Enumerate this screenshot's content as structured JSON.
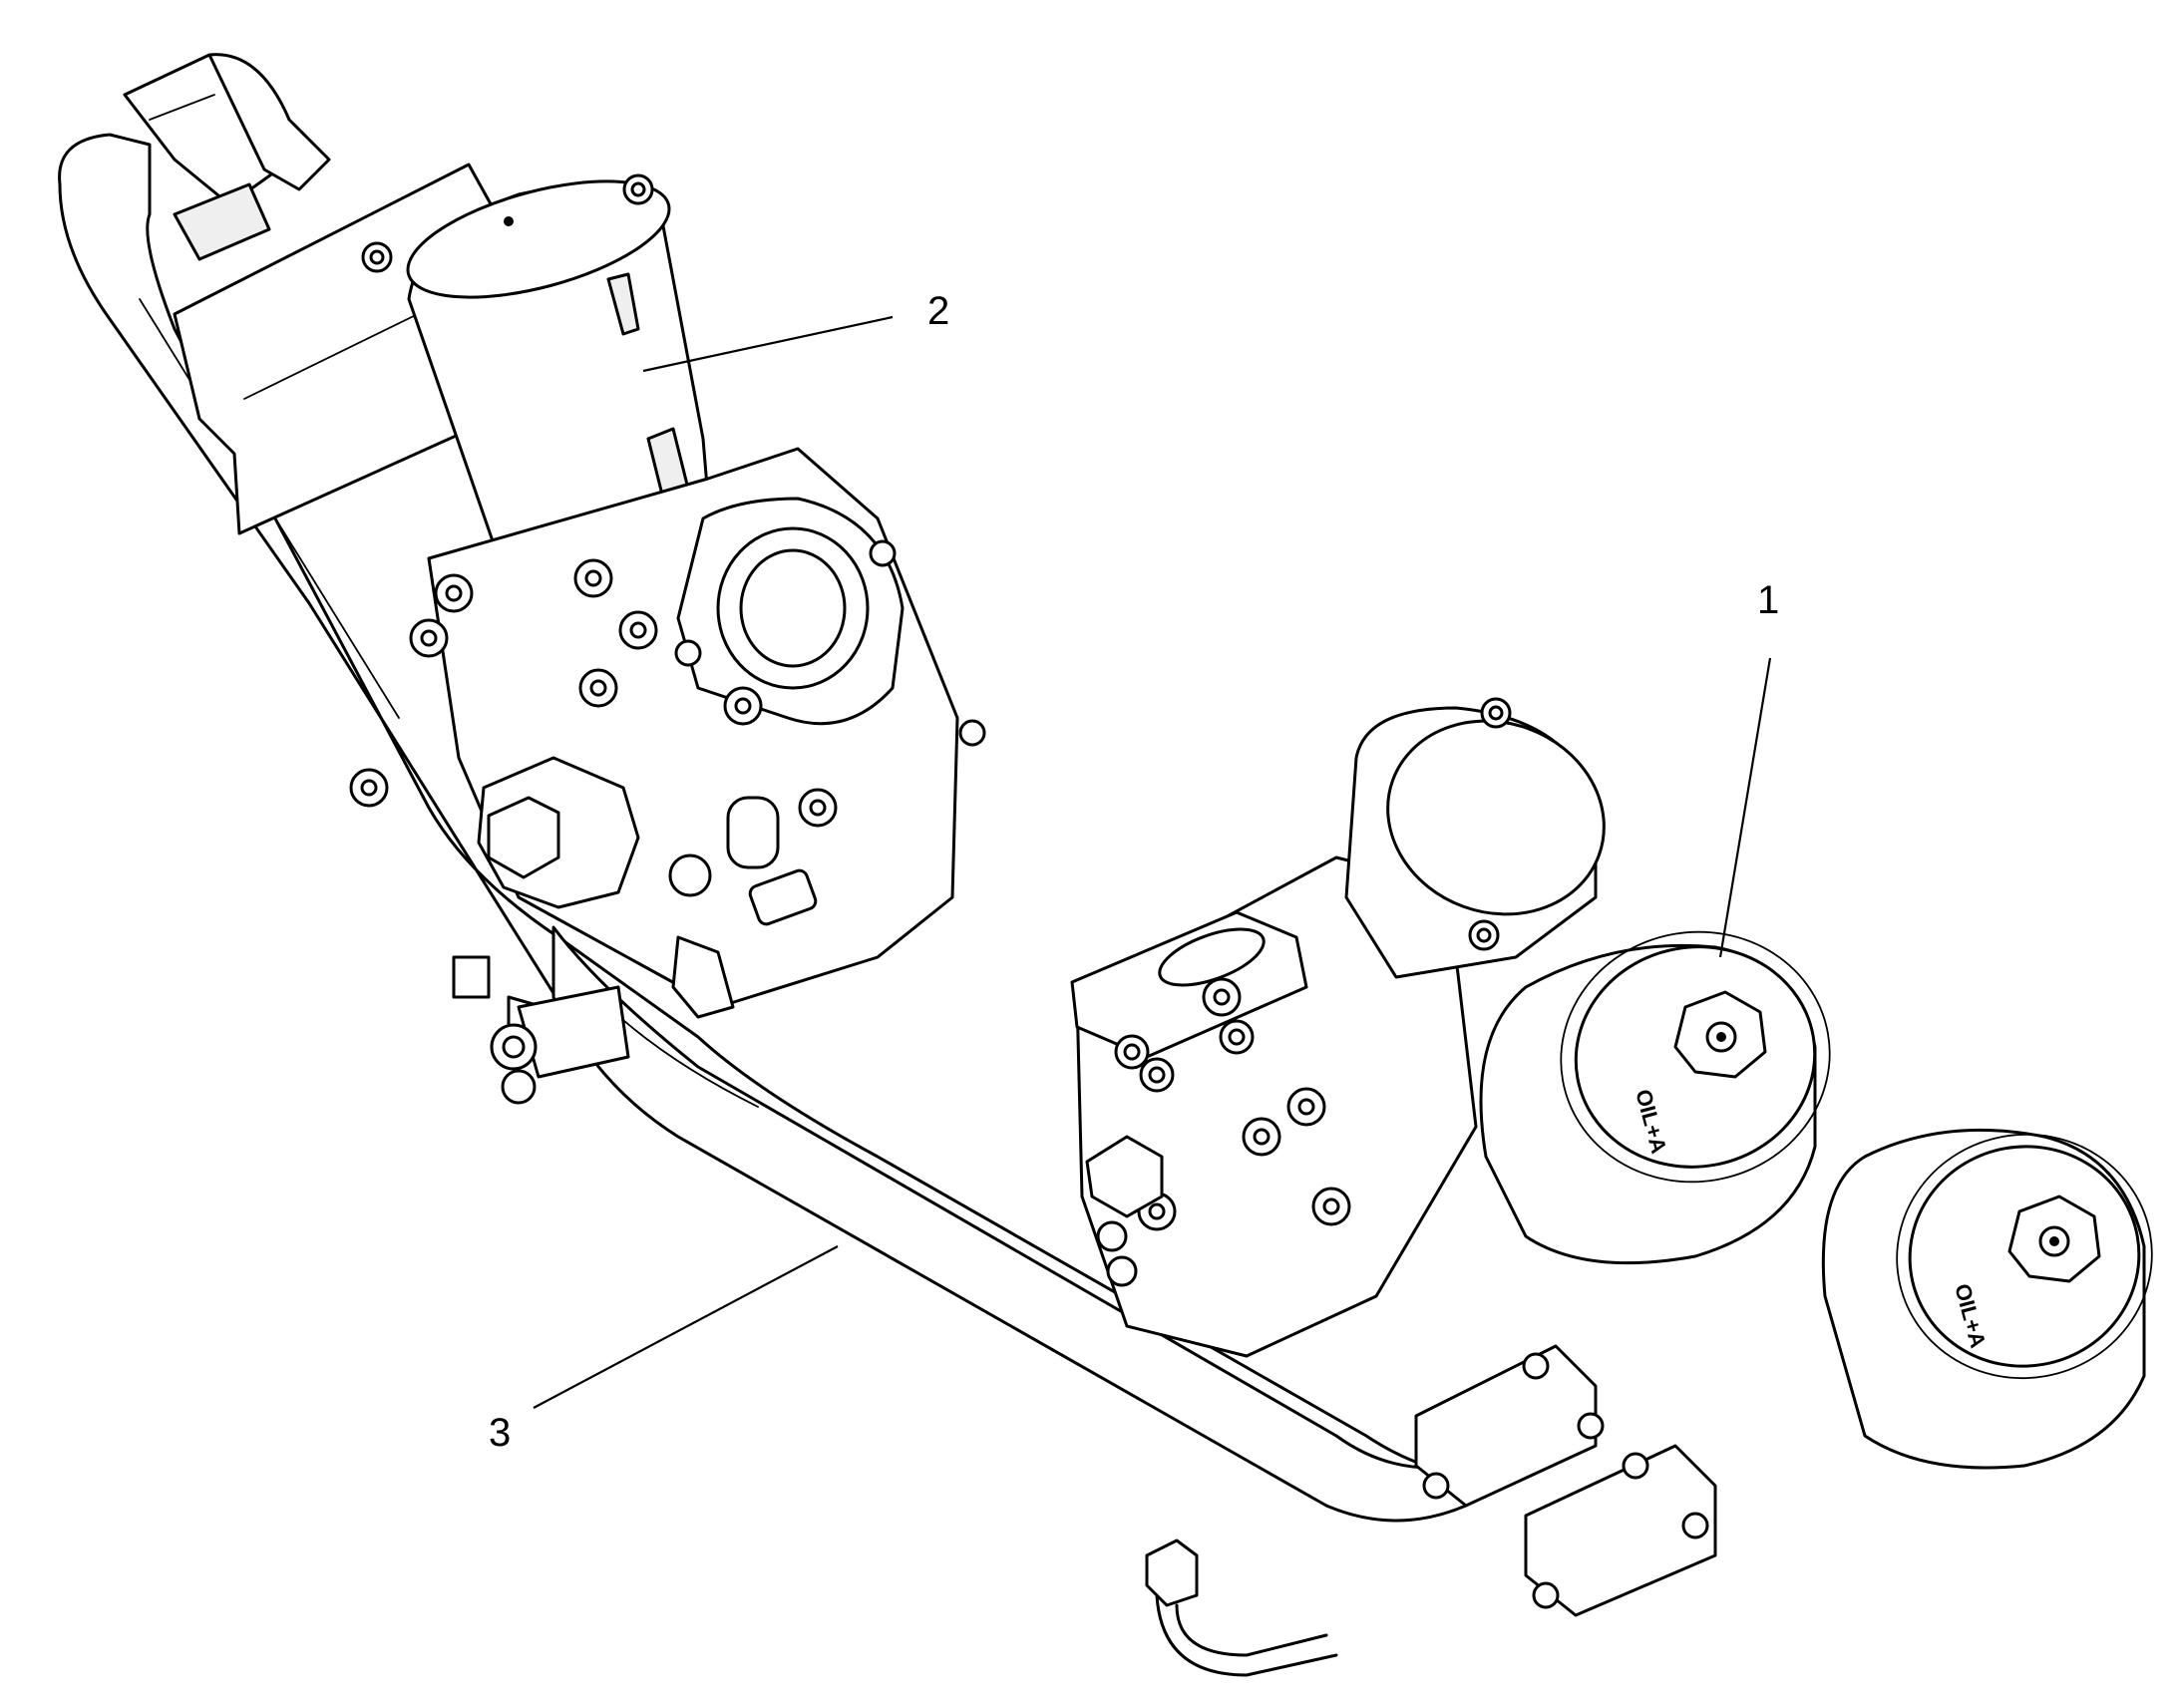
{
  "diagram": {
    "callouts": [
      {
        "id": "callout-1",
        "label": "1"
      },
      {
        "id": "callout-2",
        "label": "2"
      },
      {
        "id": "callout-3",
        "label": "3"
      }
    ],
    "cap_marking": "OIL+A"
  },
  "colors": {
    "line": "#000000",
    "background": "#ffffff",
    "shade": "#efefef"
  }
}
